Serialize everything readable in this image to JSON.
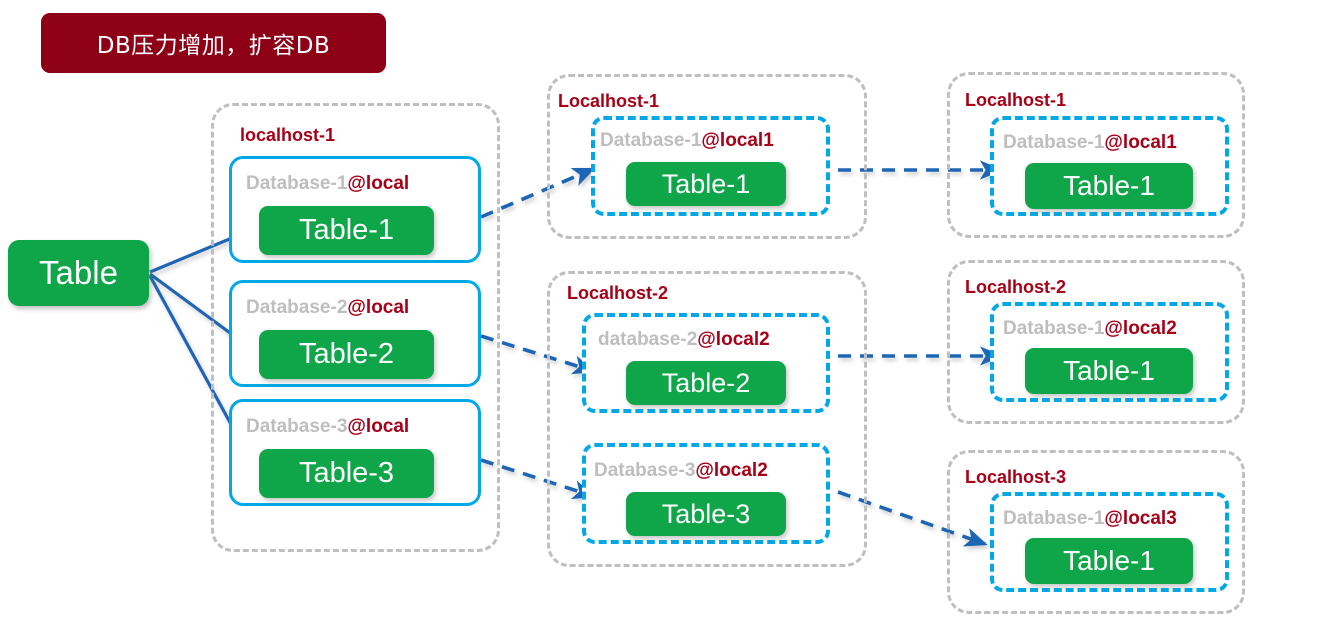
{
  "banner": {
    "text": "DB压力增加，扩容DB",
    "bg_color": "#8E0016",
    "text_color": "#FFFFFF"
  },
  "colors": {
    "green": "#0FA64A",
    "cyan": "#00A8E8",
    "dark_red": "#A80017",
    "gray_dash": "#BFBFBF",
    "db_label_gray": "#BEBEBE",
    "arrow_solid_blue": "#1F66B5",
    "arrow_dashed_blue": "#1F66B5"
  },
  "source": {
    "label": "Table"
  },
  "columns": [
    {
      "id": "column-1",
      "host_label": "localhost-1",
      "box_style": "solid",
      "databases": [
        {
          "name": "Database-1",
          "at": "@local",
          "table": "Table-1"
        },
        {
          "name": "Database-2",
          "at": "@local",
          "table": "Table-2"
        },
        {
          "name": "Database-3",
          "at": "@local",
          "table": "Table-3"
        }
      ]
    },
    {
      "id": "column-2",
      "groups": [
        {
          "host_label": "Localhost-1",
          "databases": [
            {
              "name": "Database-1",
              "at": "@local1",
              "table": "Table-1"
            }
          ]
        },
        {
          "host_label": "Localhost-2",
          "databases": [
            {
              "name": "database-2",
              "at": "@local2",
              "table": "Table-2"
            },
            {
              "name": "Database-3",
              "at": "@local2",
              "table": "Table-3"
            }
          ]
        }
      ]
    },
    {
      "id": "column-3",
      "groups": [
        {
          "host_label": "Localhost-1",
          "databases": [
            {
              "name": "Database-1",
              "at": "@local1",
              "table": "Table-1"
            }
          ]
        },
        {
          "host_label": "Localhost-2",
          "databases": [
            {
              "name": "Database-1",
              "at": "@local2",
              "table": "Table-1"
            }
          ]
        },
        {
          "host_label": "Localhost-3",
          "databases": [
            {
              "name": "Database-1",
              "at": "@local3",
              "table": "Table-1"
            }
          ]
        }
      ]
    }
  ]
}
